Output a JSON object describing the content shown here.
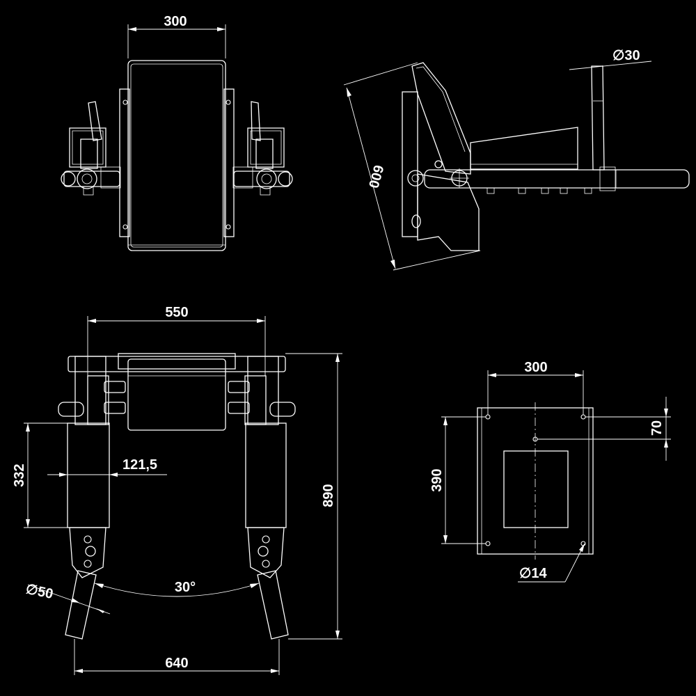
{
  "colors": {
    "background": "#000000",
    "line": "#ffffff"
  },
  "views": {
    "top": {
      "width_label": "300"
    },
    "side": {
      "height_label": "600",
      "tube_diameter_label": "∅30"
    },
    "front": {
      "width_label": "550",
      "pad_length_label": "332",
      "offset_label": "121,5",
      "height_label": "890",
      "handle_diameter_label": "∅50",
      "angle_label": "30°",
      "bottom_width_label": "640"
    },
    "plate": {
      "width_label": "300",
      "height_label": "390",
      "top_offset_label": "70",
      "hole_diameter_label": "∅14"
    }
  }
}
